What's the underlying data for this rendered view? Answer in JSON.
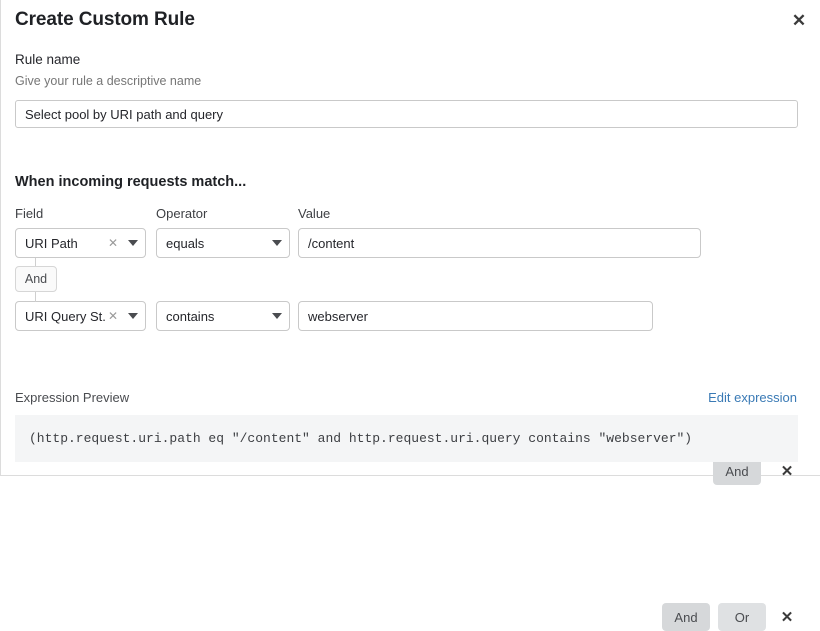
{
  "modal": {
    "title": "Create Custom Rule",
    "close_icon": "close-icon"
  },
  "rule_name": {
    "label": "Rule name",
    "help": "Give your rule a descriptive name",
    "value": "Select pool by URI path and query",
    "placeholder": "Enter rule name"
  },
  "match_section": {
    "heading": "When incoming requests match...",
    "columns": {
      "field": "Field",
      "operator": "Operator",
      "value": "Value"
    },
    "group_connector": "And",
    "rows": [
      {
        "field": "URI Path",
        "field_clear_icon": "close-small-icon",
        "field_caret_icon": "chevron-down-icon",
        "operator": "equals",
        "operator_caret_icon": "chevron-down-icon",
        "value": "/content",
        "value_placeholder": "Enter value",
        "buttons": [
          "And"
        ],
        "delete_icon": "close-icon"
      },
      {
        "field": "URI Query St...",
        "field_clear_icon": "close-small-icon",
        "field_caret_icon": "chevron-down-icon",
        "operator": "contains",
        "operator_caret_icon": "chevron-down-icon",
        "value": "webserver",
        "value_placeholder": "Enter value",
        "buttons": [
          "And",
          "Or"
        ],
        "delete_icon": "close-icon"
      }
    ]
  },
  "expression_preview": {
    "label": "Expression Preview",
    "edit_link": "Edit expression",
    "expression": "(http.request.uri.path eq \"/content\" and http.request.uri.query contains \"webserver\")"
  },
  "colors": {
    "link": "#3a7ab5",
    "pill_bg": "#d6d8da",
    "code_bg": "#f4f5f6",
    "border": "#c9c9c9"
  }
}
